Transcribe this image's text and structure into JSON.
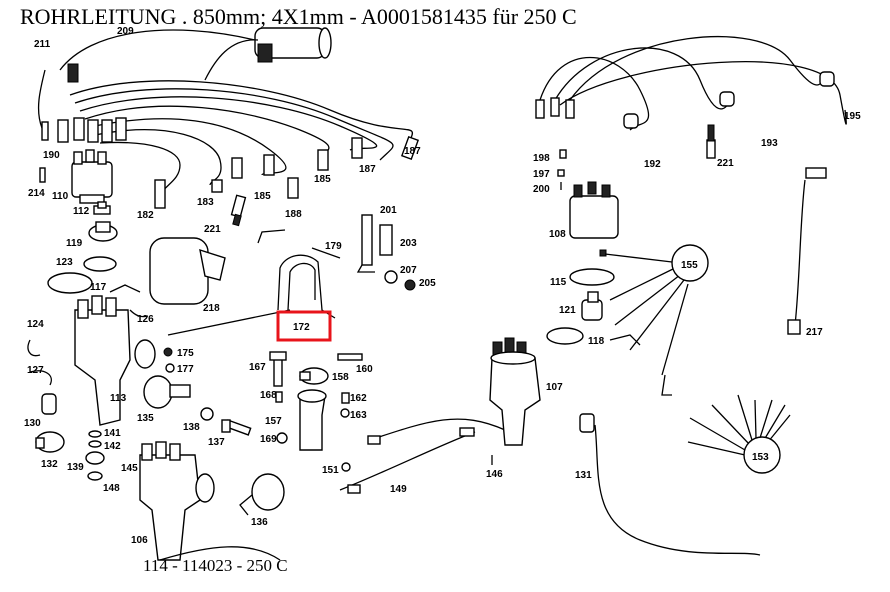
{
  "title": "ROHRLEITUNG . 850mm; 4X1mm - A0001581435 für 250 C",
  "footer": "114 - 114023 - 250 C",
  "highlight_color": "#e8141b",
  "highlighted_part": "172",
  "part_labels": {
    "p211": "211",
    "p209": "209",
    "p190": "190",
    "p214": "214",
    "p110": "110",
    "p112": "112",
    "p119": "119",
    "p123": "123",
    "p117": "117",
    "p126": "126",
    "p124": "124",
    "p127": "127",
    "p130": "130",
    "p132": "132",
    "p139": "139",
    "p141": "141",
    "p142": "142",
    "p145": "145",
    "p148": "148",
    "p106": "106",
    "p113": "113",
    "p135": "135",
    "p138": "138",
    "p137": "137",
    "p136": "136",
    "p175": "175",
    "p177": "177",
    "p182": "182",
    "p183": "183",
    "p185a": "185",
    "p185b": "185",
    "p187a": "187",
    "p187b": "187",
    "p188": "188",
    "p221a": "221",
    "p218": "218",
    "p179": "179",
    "p201": "201",
    "p203": "203",
    "p207": "207",
    "p205": "205",
    "p172": "172",
    "p167": "167",
    "p160": "160",
    "p158": "158",
    "p168": "168",
    "p162": "162",
    "p163": "163",
    "p157": "157",
    "p169": "169",
    "p151": "151",
    "p149": "149",
    "p146": "146",
    "p107": "107",
    "p131": "131",
    "p153": "153",
    "p155": "155",
    "p115": "115",
    "p121": "121",
    "p118": "118",
    "p108": "108",
    "p198": "198",
    "p197": "197",
    "p200": "200",
    "p192": "192",
    "p193": "193",
    "p195": "195",
    "p221b": "221",
    "p217": "217"
  }
}
